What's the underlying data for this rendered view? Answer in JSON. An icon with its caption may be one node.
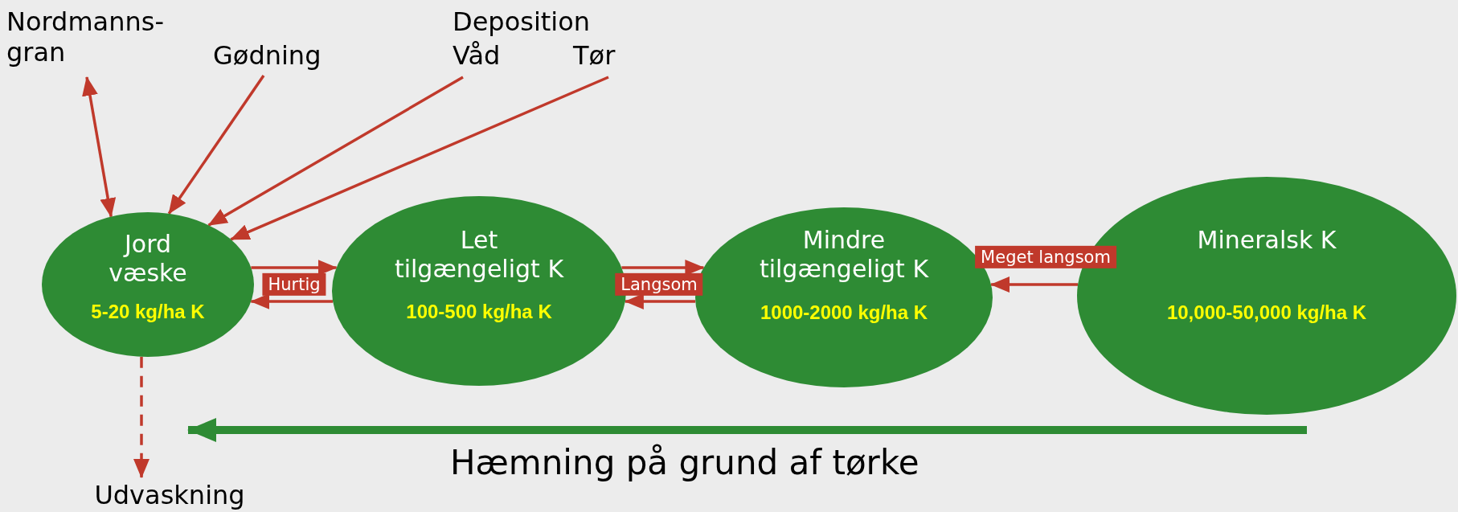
{
  "diagram": {
    "nodes": [
      {
        "text": [
          "Nordmanns-gran"
        ]
      },
      {
        "text": [
          "Gødning"
        ]
      },
      {
        "text": [
          "Våd"
        ]
      },
      {
        "text": [
          "Tør"
        ]
      },
      {
        "text": [
          "Jord væske",
          "5-20 kg/ha K"
        ]
      },
      {
        "text": [
          "Let tilgængeligt K",
          "100-500 kg/ha K"
        ]
      },
      {
        "text": [
          "Mindre tilgængeligt K",
          "1000-2000 kg/ha K"
        ]
      },
      {
        "text": [
          "Mineralsk K",
          "10,000-50,000 kg/ha K"
        ]
      },
      {
        "text": [
          "Udvaskning"
        ]
      }
    ],
    "edges": [
      {
        "from": 0,
        "to": 4,
        "arrow": "both"
      },
      {
        "from": 1,
        "to": 4,
        "arrow": "to"
      },
      {
        "from": 2,
        "to": 4,
        "arrow": "to"
      },
      {
        "from": 3,
        "to": 4,
        "arrow": "to"
      },
      {
        "from": 4,
        "to": 5,
        "arrow": "to",
        "label": "Hurtig"
      },
      {
        "from": 5,
        "to": 4,
        "arrow": "to"
      },
      {
        "from": 5,
        "to": 6,
        "arrow": "to",
        "label": "Langsom"
      },
      {
        "from": 6,
        "to": 5,
        "arrow": "to"
      },
      {
        "from": 7,
        "to": 6,
        "arrow": "to",
        "label": "Meget langsom"
      },
      {
        "from": 4,
        "to": 8,
        "arrow": "to",
        "style": "dashed"
      }
    ],
    "labels": [
      "Deposition",
      "Hæmning på grund af tørke"
    ]
  }
}
